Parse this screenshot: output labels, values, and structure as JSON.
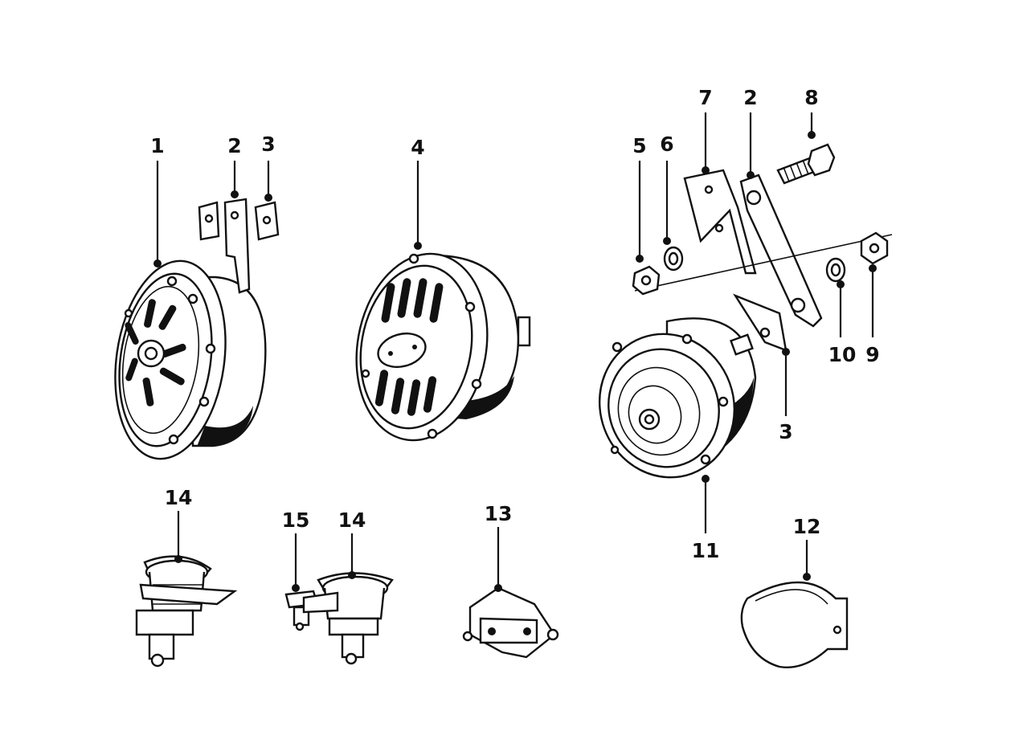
{
  "callouts": {
    "c1": "1",
    "c2a": "2",
    "c3a": "3",
    "c4": "4",
    "c5": "5",
    "c6": "6",
    "c7": "7",
    "c2b": "2",
    "c8": "8",
    "c10": "10",
    "c9": "9",
    "c3b": "3",
    "c11": "11",
    "c14a": "14",
    "c15": "15",
    "c14b": "14",
    "c13": "13",
    "c12": "12"
  },
  "part_icons": {
    "horn_1": "horn-grille-slots-icon",
    "horn_4": "horn-grille-oval-icon",
    "horn_11": "horn-flat-disc-icon",
    "bracket_2": "mounting-bracket-icon",
    "bracket_7": "angle-bracket-icon",
    "bolt_8": "hex-bolt-icon",
    "nut": "hex-nut-icon",
    "washer": "lock-washer-icon",
    "socket_14": "socket-with-cap-icon",
    "contact_15": "contact-terminal-icon",
    "relay_13": "relay-plate-icon",
    "clip_12": "retaining-clip-icon"
  },
  "colors": {
    "ink": "#111111",
    "paper": "#ffffff"
  }
}
